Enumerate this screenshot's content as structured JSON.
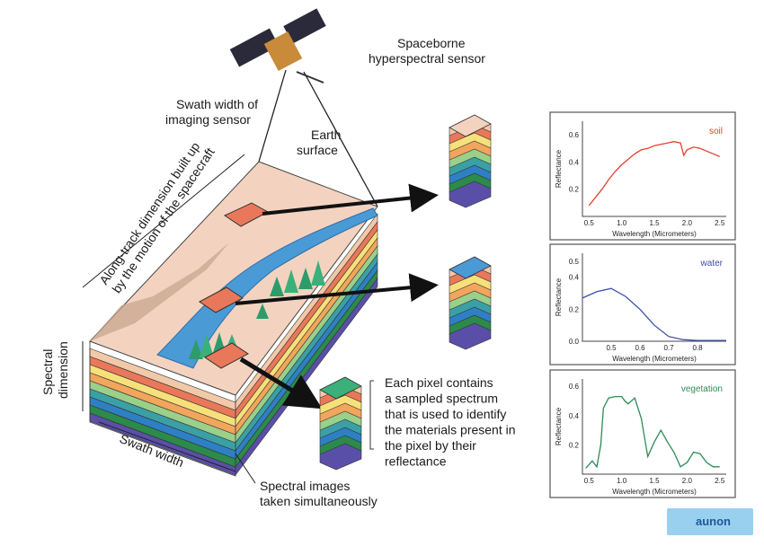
{
  "labels": {
    "sensor_line1": "Spaceborne",
    "sensor_line2": "hyperspectral sensor",
    "swath_of_sensor_line1": "Swath width of",
    "swath_of_sensor_line2": "imaging sensor",
    "earth_line1": "Earth",
    "earth_line2": "surface",
    "along_track_line1": "Along-track dimension built up",
    "along_track_line2": "by the motion of the spacecraft",
    "spectral_dim_line1": "Spectral",
    "spectral_dim_line2": "dimension",
    "swath_width": "Swath width",
    "spectral_images_line1": "Spectral  images",
    "spectral_images_line2": "taken simultaneously",
    "pixel_desc": [
      "Each pixel contains",
      "a sampled spectrum",
      "that is used to identify",
      "the materials present in",
      "the pixel by their",
      "reflectance"
    ],
    "logo_text": "aunon"
  },
  "colors": {
    "layers": [
      "#f2c9a8",
      "#e9785a",
      "#f6e07a",
      "#f2a55c",
      "#9ad08a",
      "#3aa0a6",
      "#2f7fc4",
      "#2c8a4a",
      "#5a4fa8"
    ],
    "soil": "#e2412e",
    "water": "#3a4fa8",
    "vegetation": "#2e8b57",
    "river": "#4a9ad6"
  },
  "chart_data": [
    {
      "type": "line",
      "series": [
        {
          "name": "soil",
          "x": [
            0.5,
            0.6,
            0.7,
            0.8,
            0.9,
            1.0,
            1.1,
            1.2,
            1.3,
            1.4,
            1.5,
            1.6,
            1.7,
            1.8,
            1.9,
            1.95,
            2.0,
            2.1,
            2.2,
            2.3,
            2.4,
            2.5
          ],
          "y": [
            0.08,
            0.14,
            0.2,
            0.27,
            0.33,
            0.38,
            0.42,
            0.46,
            0.49,
            0.5,
            0.52,
            0.53,
            0.54,
            0.55,
            0.54,
            0.45,
            0.49,
            0.51,
            0.5,
            0.48,
            0.46,
            0.44
          ]
        }
      ],
      "xlabel": "Wavelength (Micrometers)",
      "ylabel": "Reflectance",
      "xticks": [
        "0.5",
        "1.0",
        "1.5",
        "2.0",
        "2.5"
      ],
      "yticks": [
        "0.2",
        "0.4",
        "0.6"
      ],
      "xlim": [
        0.4,
        2.6
      ],
      "ylim": [
        0,
        0.7
      ]
    },
    {
      "type": "line",
      "series": [
        {
          "name": "water",
          "x": [
            0.4,
            0.45,
            0.5,
            0.55,
            0.6,
            0.65,
            0.7,
            0.75,
            0.8,
            0.85,
            0.9
          ],
          "y": [
            0.27,
            0.31,
            0.33,
            0.28,
            0.2,
            0.1,
            0.03,
            0.01,
            0.005,
            0.005,
            0.005
          ]
        }
      ],
      "xlabel": "Wavelength (Micrometers)",
      "ylabel": "Reflectance",
      "xticks": [
        "0.5",
        "0.6",
        "0.7",
        "0.8"
      ],
      "yticks": [
        "0.0",
        "0.2",
        "0.4",
        "0.5"
      ],
      "xlim": [
        0.4,
        0.9
      ],
      "ylim": [
        0,
        0.55
      ]
    },
    {
      "type": "line",
      "series": [
        {
          "name": "vegetation",
          "x": [
            0.45,
            0.55,
            0.62,
            0.68,
            0.72,
            0.8,
            0.9,
            1.0,
            1.05,
            1.1,
            1.2,
            1.3,
            1.4,
            1.5,
            1.6,
            1.7,
            1.8,
            1.9,
            2.0,
            2.1,
            2.2,
            2.3,
            2.4,
            2.5
          ],
          "y": [
            0.04,
            0.09,
            0.05,
            0.2,
            0.45,
            0.52,
            0.53,
            0.53,
            0.5,
            0.48,
            0.52,
            0.38,
            0.12,
            0.22,
            0.3,
            0.22,
            0.15,
            0.05,
            0.08,
            0.15,
            0.14,
            0.08,
            0.05,
            0.05
          ]
        }
      ],
      "xlabel": "Wavelength (Micrometers)",
      "ylabel": "Reflectance",
      "xticks": [
        "0.5",
        "1.0",
        "1.5",
        "2.0",
        "2.5"
      ],
      "yticks": [
        "0.2",
        "0.4",
        "0.6"
      ],
      "xlim": [
        0.4,
        2.6
      ],
      "ylim": [
        0,
        0.65
      ]
    }
  ]
}
